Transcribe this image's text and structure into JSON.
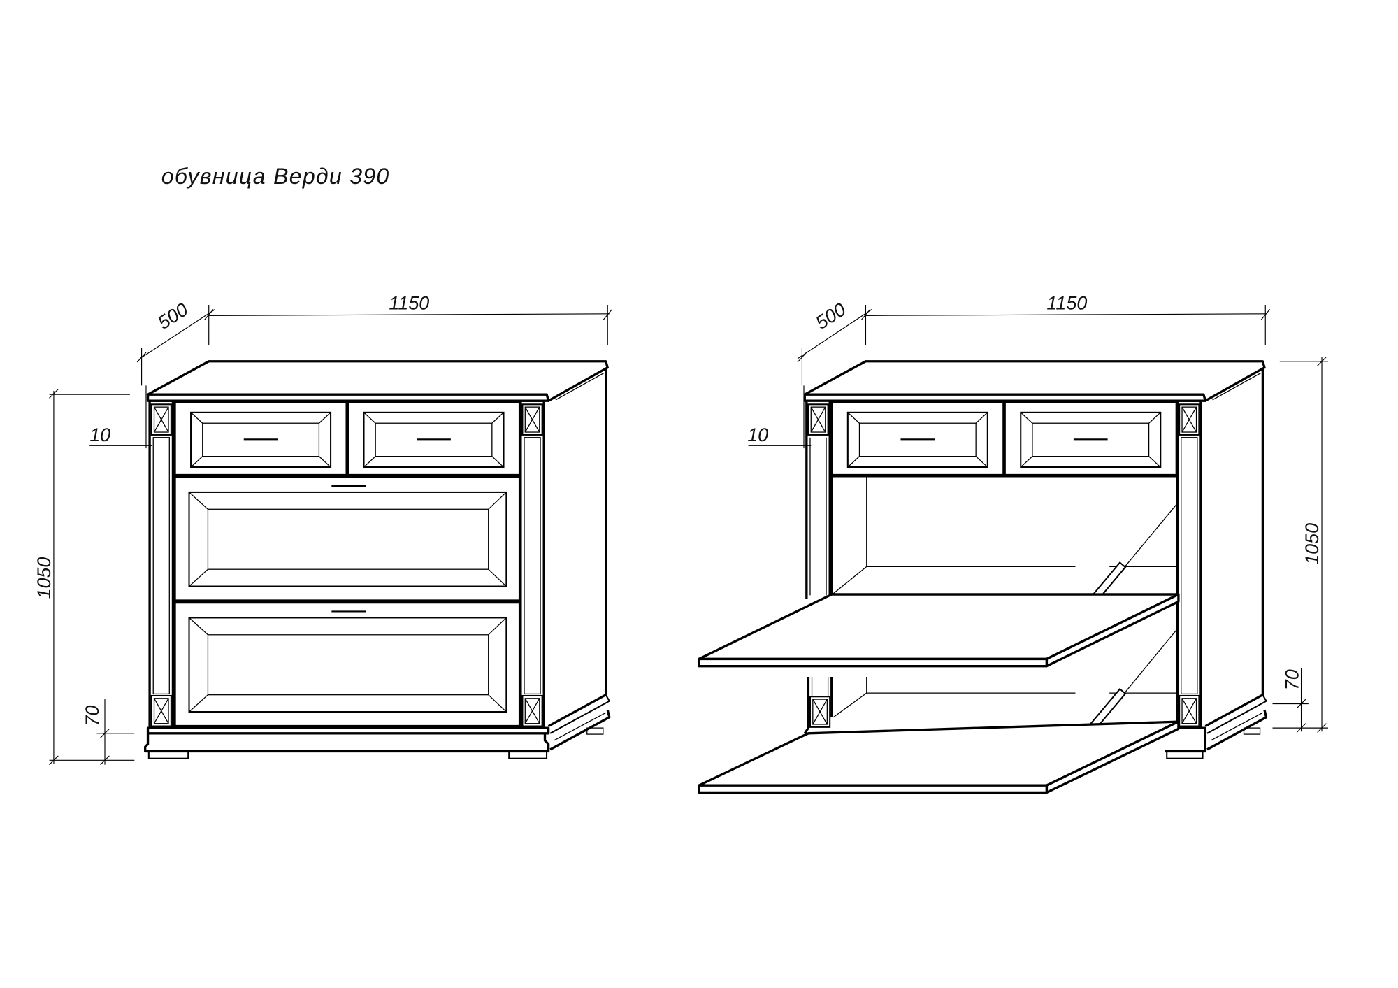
{
  "title": "обувница Верди 390",
  "views": [
    {
      "name": "closed",
      "dims": {
        "width": "1150",
        "depth": "500",
        "height": "1050",
        "top_offset": "10",
        "plinth": "70"
      }
    },
    {
      "name": "open",
      "dims": {
        "width": "1150",
        "depth": "500",
        "height": "1050",
        "top_offset": "10",
        "plinth": "70"
      }
    }
  ]
}
